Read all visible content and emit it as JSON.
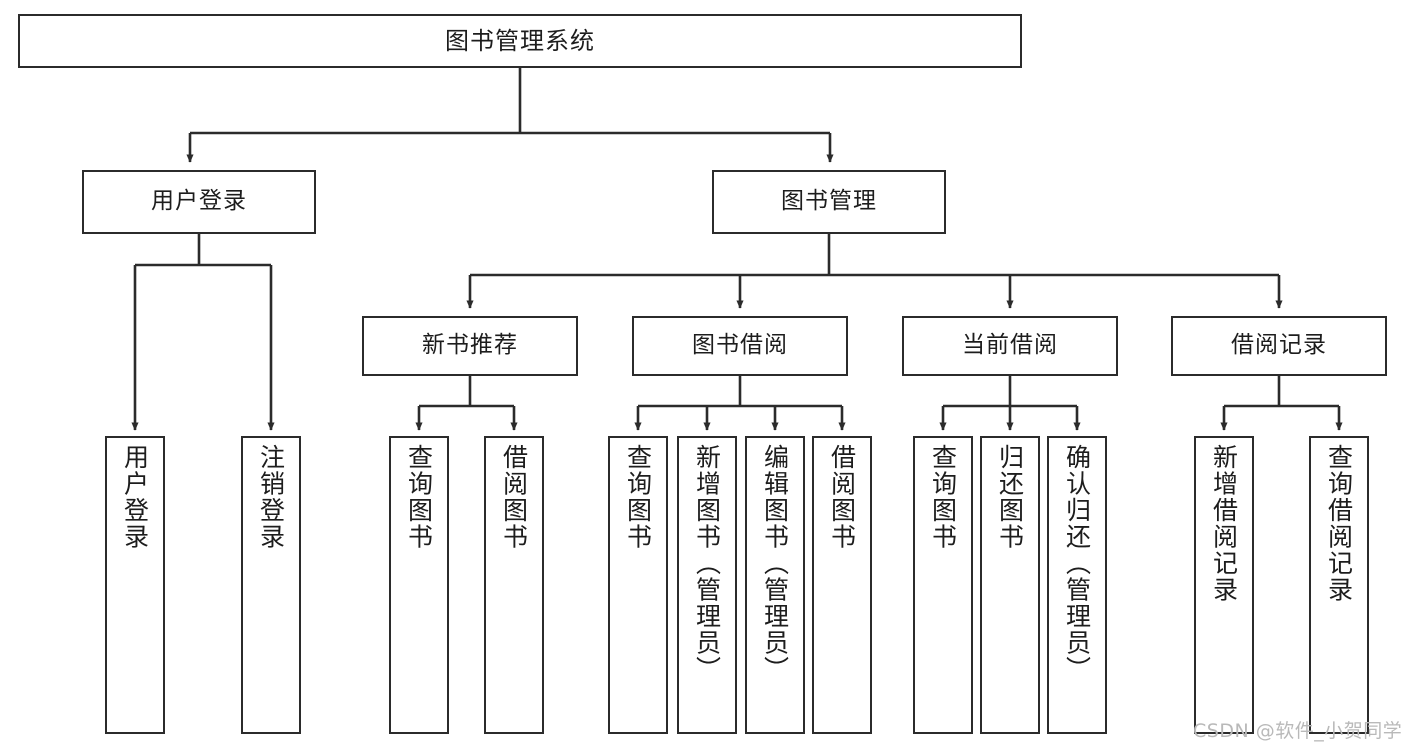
{
  "diagram": {
    "title": "图书管理系统",
    "type": "tree-hierarchy",
    "root": {
      "label": "图书管理系统"
    },
    "level2": [
      {
        "label": "用户登录"
      },
      {
        "label": "图书管理"
      }
    ],
    "level3": [
      {
        "label": "新书推荐"
      },
      {
        "label": "图书借阅"
      },
      {
        "label": "当前借阅"
      },
      {
        "label": "借阅记录"
      }
    ],
    "leaves": {
      "user_login": [
        {
          "label": "用户登录"
        },
        {
          "label": "注销登录"
        }
      ],
      "new_book_recommend": [
        {
          "label": "查询图书"
        },
        {
          "label": "借阅图书"
        }
      ],
      "book_borrow": [
        {
          "label": "查询图书"
        },
        {
          "label": "新增图书（管理员）"
        },
        {
          "label": "编辑图书（管理员）"
        },
        {
          "label": "借阅图书"
        }
      ],
      "current_borrow": [
        {
          "label": "查询图书"
        },
        {
          "label": "归还图书"
        },
        {
          "label": "确认归还（管理员）"
        }
      ],
      "borrow_record": [
        {
          "label": "新增借阅记录"
        },
        {
          "label": "查询借阅记录"
        }
      ]
    },
    "watermark": "CSDN @软件_小贺同学",
    "colors": {
      "stroke": "#2b2b2b",
      "fill": "#ffffff",
      "text": "#1d1d1d",
      "watermark": "#b9b9b9"
    }
  }
}
